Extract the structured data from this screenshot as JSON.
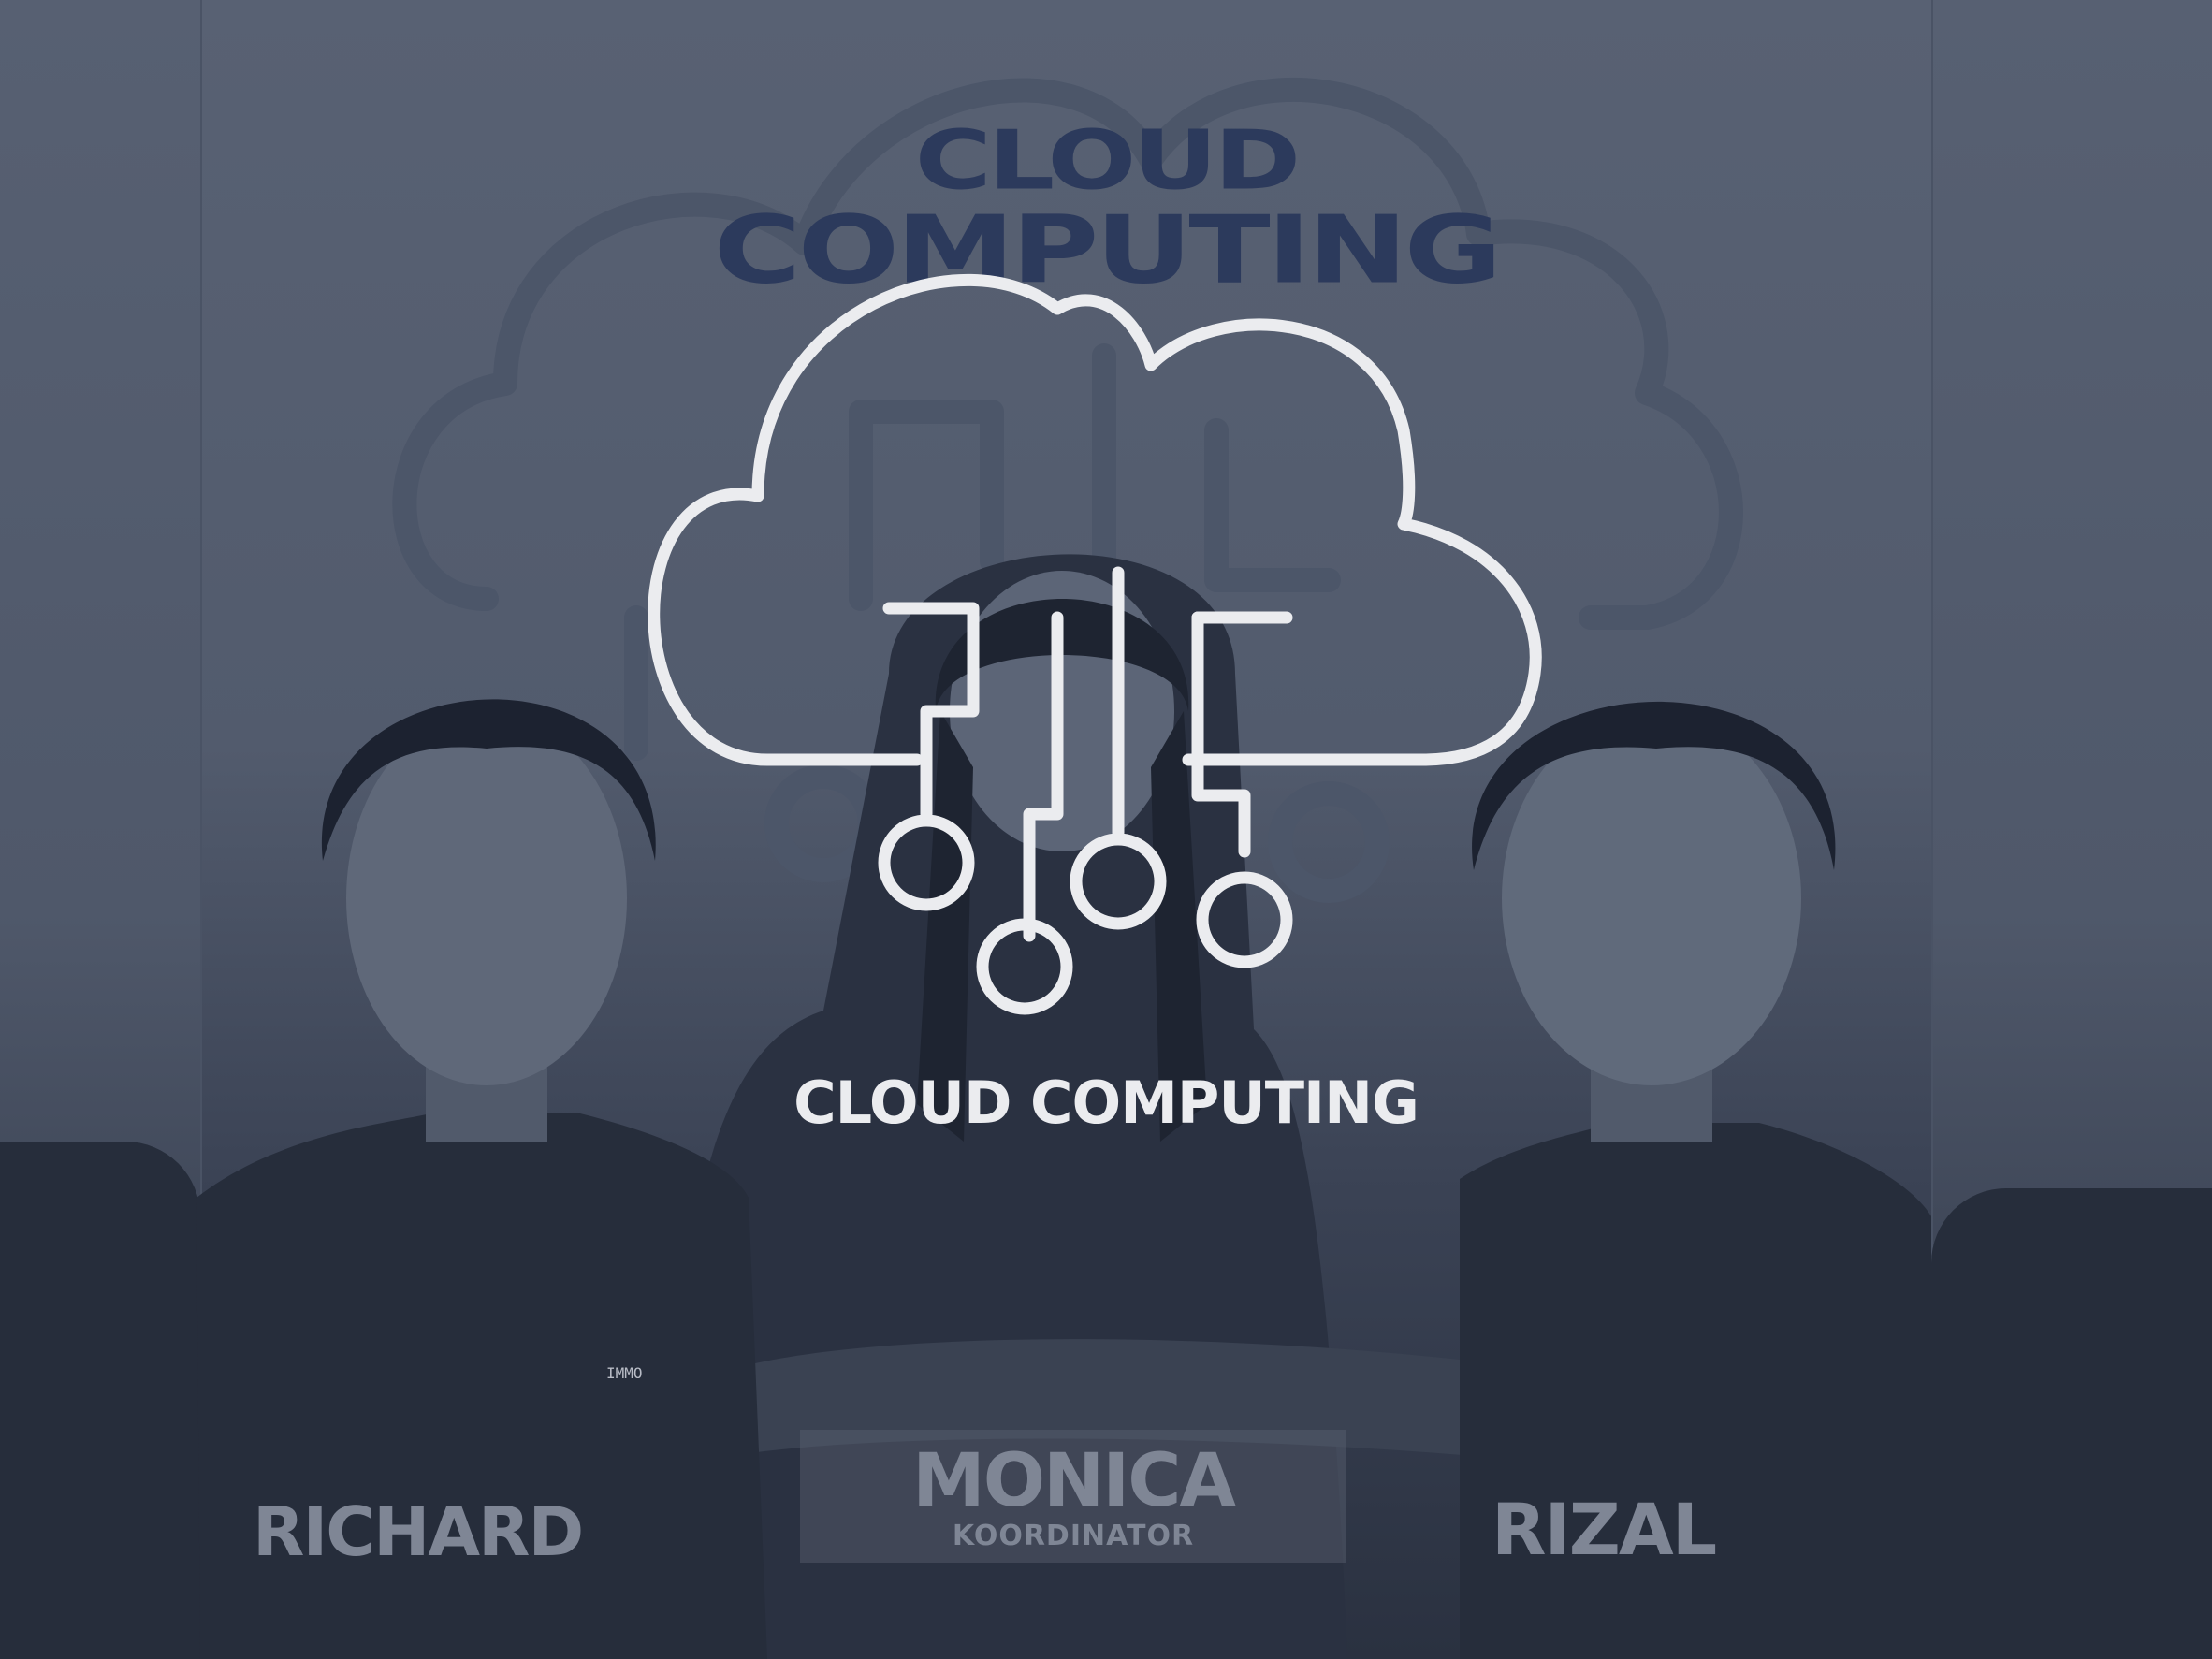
{
  "background_logo": {
    "title_line_1": "CLOUD",
    "title_line_2": "COMPUTING"
  },
  "main_title": "CLOUD COMPUTING",
  "members": [
    {
      "name": "RICHARD",
      "role": ""
    },
    {
      "name": "MONICA",
      "role": "KOORDINATOR"
    },
    {
      "name": "RIZAL",
      "role": ""
    }
  ],
  "shirt_print": "IMMO",
  "icons": {
    "center": "cloud-circuit-icon",
    "background": "cloud-circuit-outline-icon"
  },
  "colors": {
    "overlay": "#4f586a",
    "bg_title": "#2c3a5c",
    "icon_stroke": "#ebecef",
    "name_text": "#7f8695"
  }
}
